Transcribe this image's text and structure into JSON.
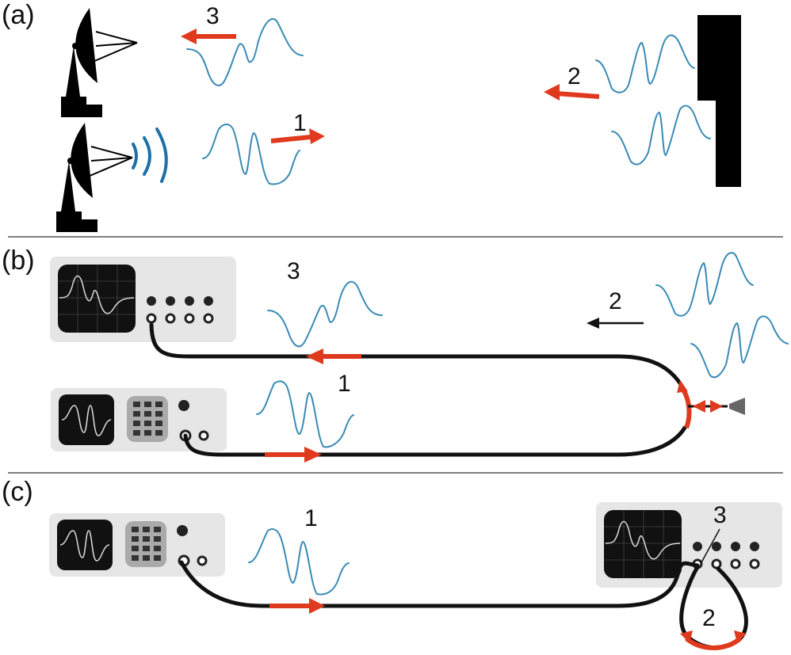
{
  "figure": {
    "panels": [
      {
        "id": "a",
        "label": "(a)",
        "description": "Radar: antenna emits pulse, reflects off obstacle, echo returns",
        "numbers": {
          "emitted": "1",
          "reflected": "2",
          "received": "3"
        }
      },
      {
        "id": "b",
        "label": "(b)",
        "description": "Cable with circulator/antenna: generator sends pulse, oscilloscope receives reflection",
        "numbers": {
          "received": "3",
          "reflected": "2",
          "emitted": "1"
        }
      },
      {
        "id": "c",
        "label": "(c)",
        "description": "Generator to oscilloscope with a loop cable",
        "numbers": {
          "emitted": "1",
          "received": "3",
          "loop": "2"
        }
      }
    ],
    "colors": {
      "wave": "#3a8bb5",
      "arrow": "#e03a1e",
      "cable": "#111111",
      "instrument": "#e6e6e6"
    }
  }
}
